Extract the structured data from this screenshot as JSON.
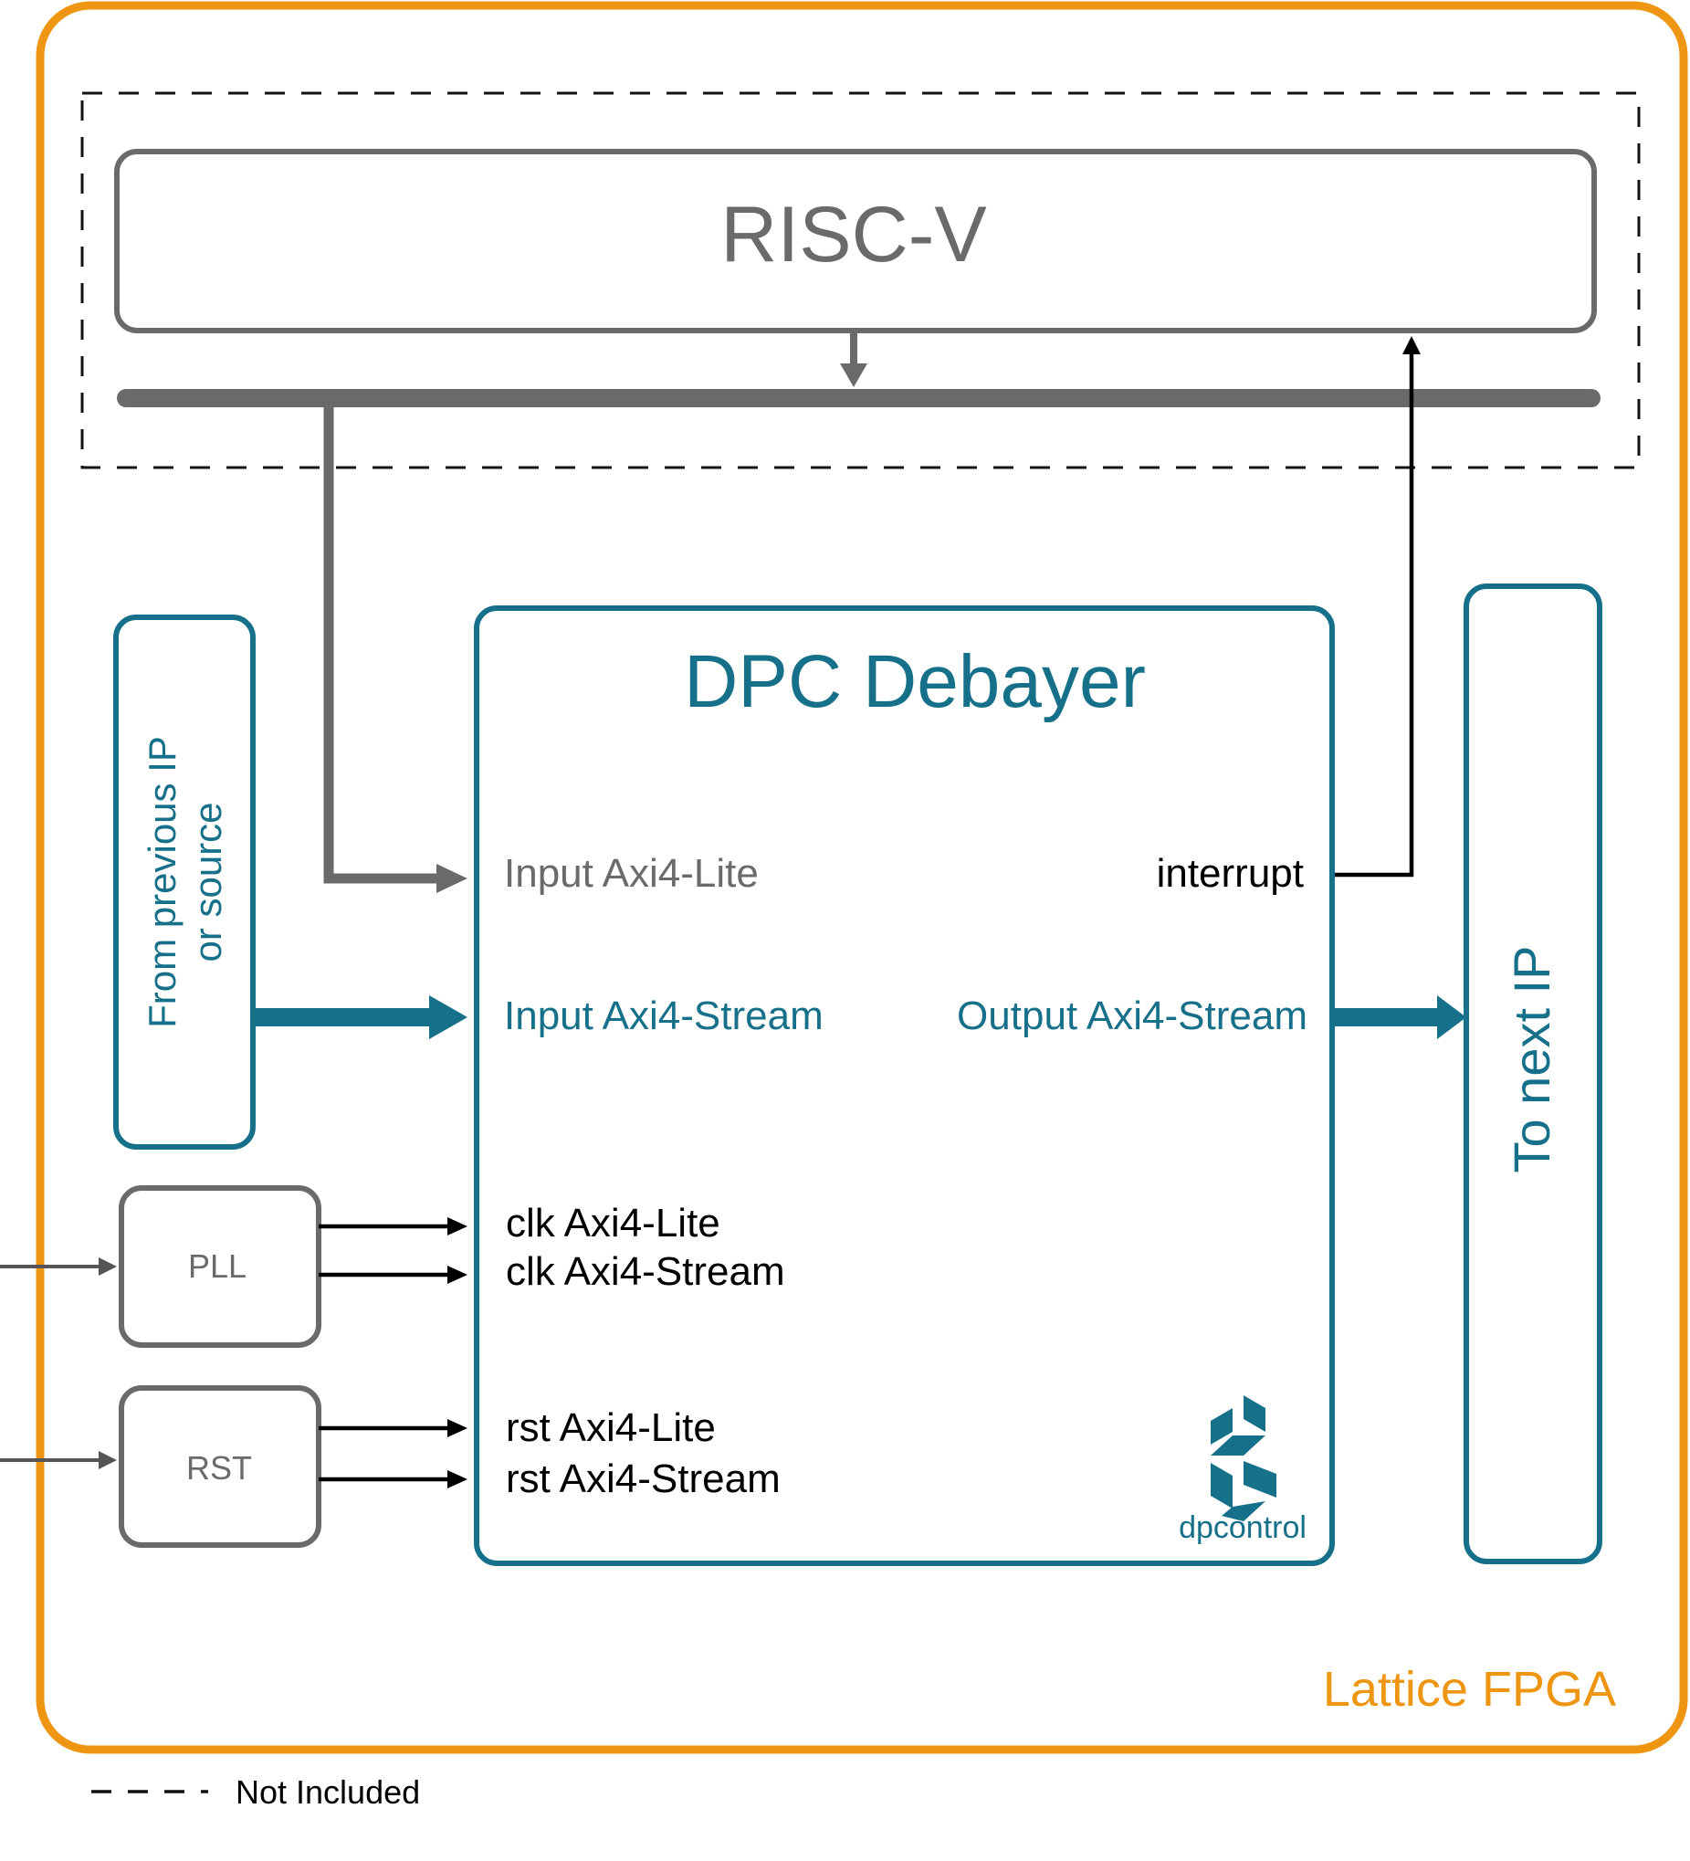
{
  "colors": {
    "fpga": "#EE9512",
    "teal": "#17708A",
    "gray": "#6A6A6A",
    "dark": "#000000",
    "logo": "#17708A"
  },
  "fpga": {
    "label": "Lattice FPGA"
  },
  "risc": {
    "label": "RISC-V"
  },
  "debayer": {
    "title": "DPC Debayer",
    "ports": {
      "input_lite": "Input Axi4-Lite",
      "input_stream": "Input Axi4-Stream",
      "interrupt": "interrupt",
      "output_stream": "Output Axi4-Stream",
      "clk_lite": "clk Axi4-Lite",
      "clk_stream": "clk Axi4-Stream",
      "rst_lite": "rst Axi4-Lite",
      "rst_stream": "rst Axi4-Stream"
    },
    "logo_text": "dpcontrol"
  },
  "source": {
    "line1": "From previous IP",
    "line2": "or source"
  },
  "sink": {
    "label": "To next IP"
  },
  "pll": {
    "label": "PLL"
  },
  "rst": {
    "label": "RST"
  },
  "legend": {
    "label": "Not Included"
  }
}
